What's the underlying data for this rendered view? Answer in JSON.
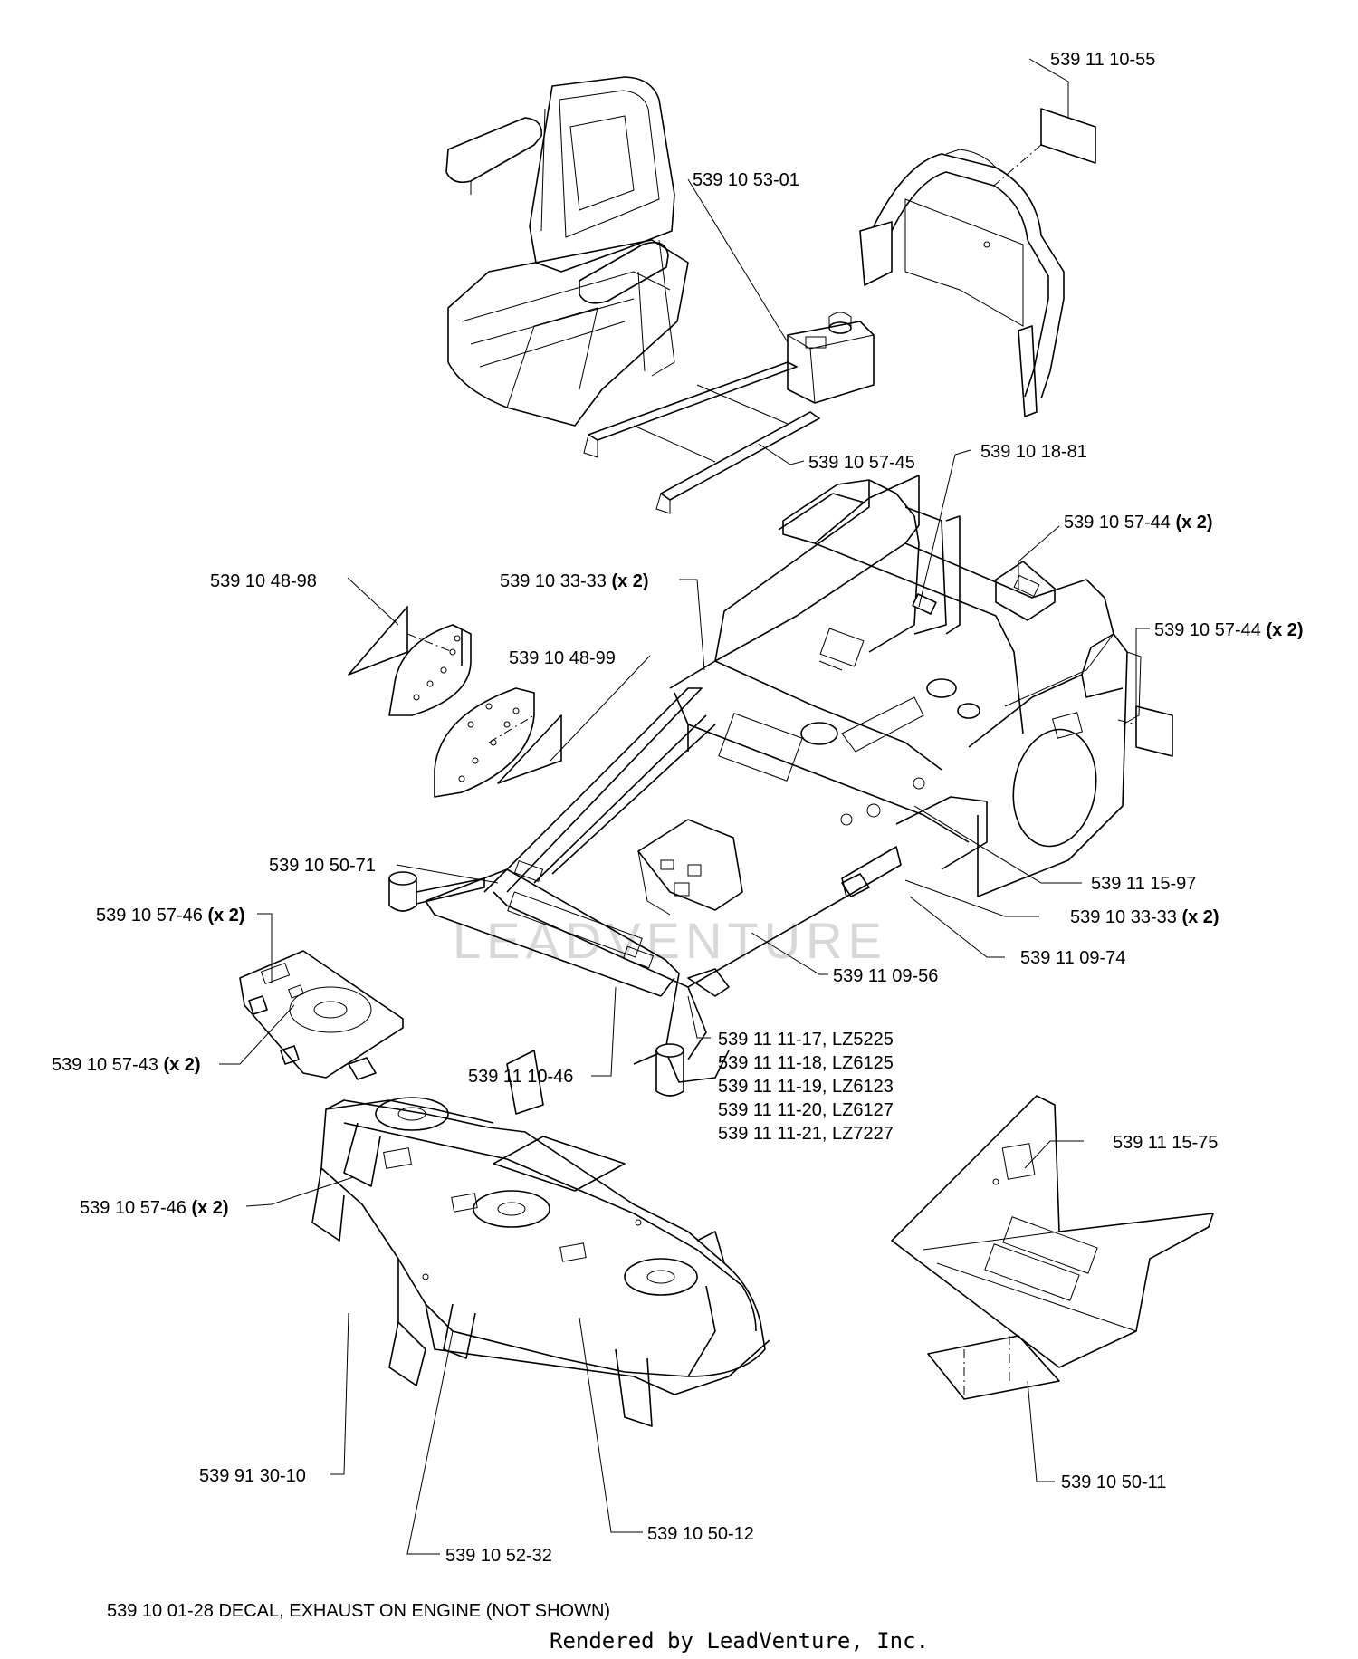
{
  "labels": [
    {
      "id": "lbl-539-11-10-55",
      "text": "539 11 10-55",
      "qty": ""
    },
    {
      "id": "lbl-539-10-53-01",
      "text": "539 10 53-01",
      "qty": ""
    },
    {
      "id": "lbl-539-10-57-45",
      "text": "539 10 57-45",
      "qty": ""
    },
    {
      "id": "lbl-539-10-18-81",
      "text": "539 10 18-81",
      "qty": ""
    },
    {
      "id": "lbl-539-10-57-44-a",
      "text": "539 10 57-44",
      "qty": "(x 2)"
    },
    {
      "id": "lbl-539-10-48-98",
      "text": "539 10 48-98",
      "qty": ""
    },
    {
      "id": "lbl-539-10-33-33-a",
      "text": "539 10 33-33",
      "qty": "(x 2)"
    },
    {
      "id": "lbl-539-10-57-44-b",
      "text": "539 10 57-44",
      "qty": "(x 2)"
    },
    {
      "id": "lbl-539-10-48-99",
      "text": "539 10 48-99",
      "qty": ""
    },
    {
      "id": "lbl-539-10-50-71",
      "text": "539 10 50-71",
      "qty": ""
    },
    {
      "id": "lbl-539-11-15-97",
      "text": "539 11 15-97",
      "qty": ""
    },
    {
      "id": "lbl-539-10-57-46-a",
      "text": "539 10 57-46",
      "qty": "(x 2)"
    },
    {
      "id": "lbl-539-10-33-33-b",
      "text": "539 10 33-33",
      "qty": "(x 2)"
    },
    {
      "id": "lbl-539-11-09-74",
      "text": "539 11 09-74",
      "qty": ""
    },
    {
      "id": "lbl-539-11-09-56",
      "text": "539 11 09-56",
      "qty": ""
    },
    {
      "id": "lbl-539-10-57-43",
      "text": "539 10 57-43",
      "qty": "(x 2)"
    },
    {
      "id": "lbl-539-11-11-17",
      "text": "539 11 11-17, LZ5225",
      "qty": ""
    },
    {
      "id": "lbl-539-11-11-18",
      "text": "539 11 11-18, LZ6125",
      "qty": ""
    },
    {
      "id": "lbl-539-11-11-19",
      "text": "539 11 11-19, LZ6123",
      "qty": ""
    },
    {
      "id": "lbl-539-11-11-20",
      "text": "539 11 11-20, LZ6127",
      "qty": ""
    },
    {
      "id": "lbl-539-11-11-21",
      "text": "539 11 11-21, LZ7227",
      "qty": ""
    },
    {
      "id": "lbl-539-11-10-46",
      "text": "539 11 10-46",
      "qty": ""
    },
    {
      "id": "lbl-539-11-15-75",
      "text": "539 11 15-75",
      "qty": ""
    },
    {
      "id": "lbl-539-10-57-46-b",
      "text": "539 10 57-46",
      "qty": "(x 2)"
    },
    {
      "id": "lbl-539-91-30-10",
      "text": "539 91 30-10",
      "qty": ""
    },
    {
      "id": "lbl-539-10-50-11",
      "text": "539 10 50-11",
      "qty": ""
    },
    {
      "id": "lbl-539-10-50-12",
      "text": "539 10 50-12",
      "qty": ""
    },
    {
      "id": "lbl-539-10-52-32",
      "text": "539 10 52-32",
      "qty": ""
    }
  ],
  "note": "539 10 01-28 DECAL, EXHAUST ON ENGINE (NOT SHOWN)",
  "footer": "Rendered by LeadVenture, Inc.",
  "watermark": "LEADVENTURE"
}
